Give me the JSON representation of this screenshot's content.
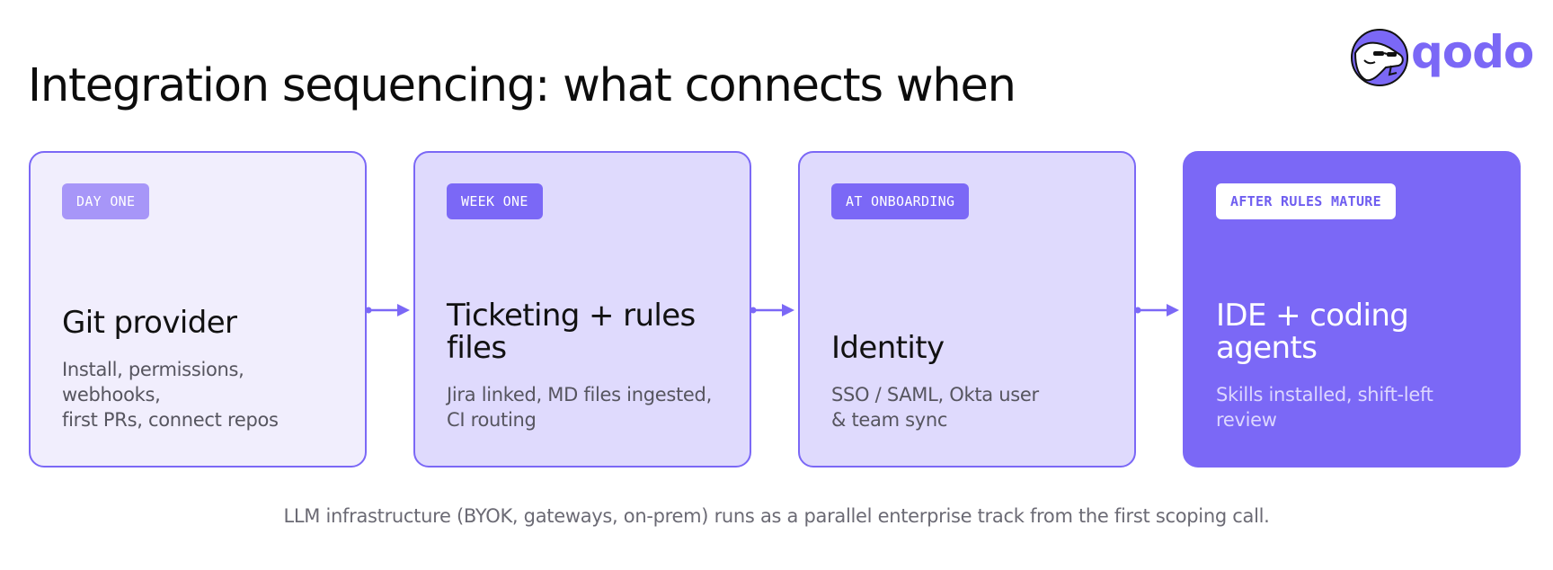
{
  "title": "Integration sequencing: what connects when",
  "logo": {
    "wordmark": "qodo",
    "icon": "qodo-mascot-icon",
    "brand_color": "#7b68f6"
  },
  "stages": [
    {
      "tag": "DAY ONE",
      "title": "Git provider",
      "description": [
        "Install, permissions, webhooks,",
        "first PRs, connect repos"
      ]
    },
    {
      "tag": "WEEK ONE",
      "title": [
        "Ticketing + rules",
        "files"
      ],
      "description": [
        "Jira linked, MD files ingested,",
        "CI routing"
      ]
    },
    {
      "tag": "AT ONBOARDING",
      "title": "Identity",
      "description": [
        "SSO / SAML, Okta user",
        "& team sync"
      ]
    },
    {
      "tag": "AFTER RULES MATURE",
      "title": "IDE + coding agents",
      "description": [
        "Skills installed, shift-left",
        "review"
      ]
    }
  ],
  "connectors": [
    "arrow-right-icon",
    "arrow-right-icon",
    "arrow-right-icon"
  ],
  "footnote": "LLM infrastructure (BYOK, gateways, on-prem) runs as a parallel enterprise track from the first scoping call.",
  "colors": {
    "accent": "#7b68f6",
    "card_light": "#f1eefd",
    "card_mid": "#dfdafd",
    "tag_light": "#a796f8"
  }
}
